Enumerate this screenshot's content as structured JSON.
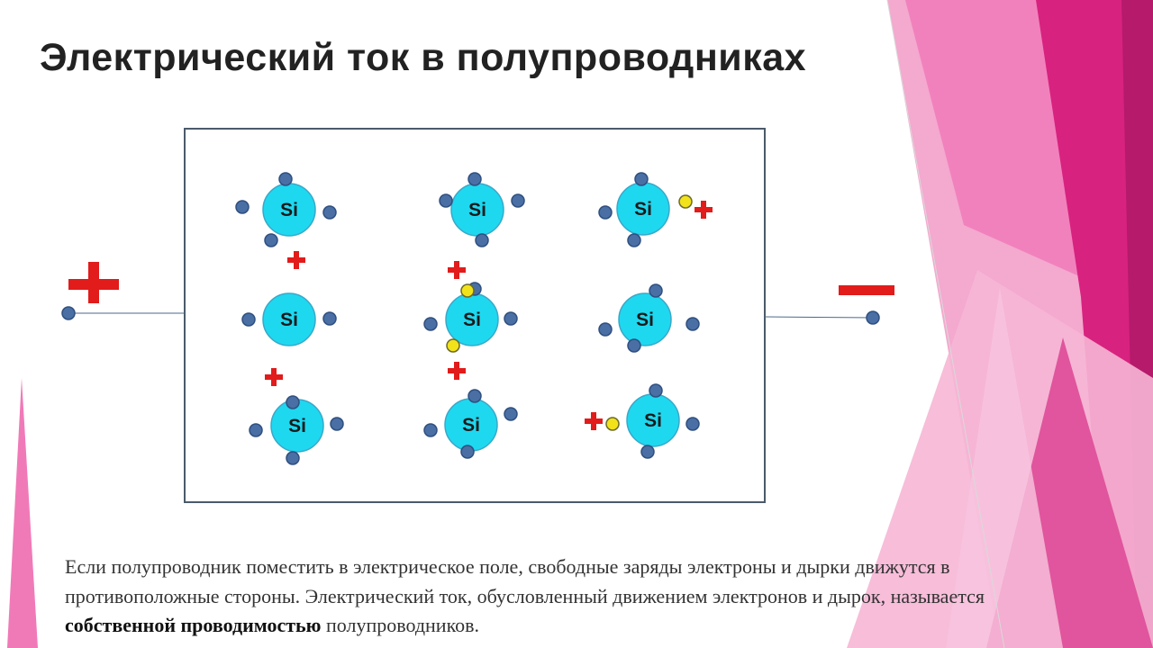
{
  "slide": {
    "title": "Электрический ток в полупроводниках",
    "atom_label": "Si",
    "paragraph": {
      "part1": "Если полупроводник поместить в электрическое поле, свободные заряды электроны и дырки движутся в противоположные стороны. Электрический ток, обусловленный движением электронов и дырок, называется ",
      "bold": "собственной проводимостью",
      "part2": " полупроводников."
    }
  },
  "colors": {
    "accent_pink": "#d81b7a",
    "atom_fill": "#1ed8f0",
    "electron_fill": "#4a6fa5",
    "hole_fill": "#f2e21a",
    "plus_sign": "#e21b1b",
    "minus_sign": "#e21b1b",
    "frame_border": "#4a5a6a"
  },
  "icons": {
    "positive_terminal": "plus-sign-icon",
    "negative_terminal": "minus-sign-icon"
  }
}
